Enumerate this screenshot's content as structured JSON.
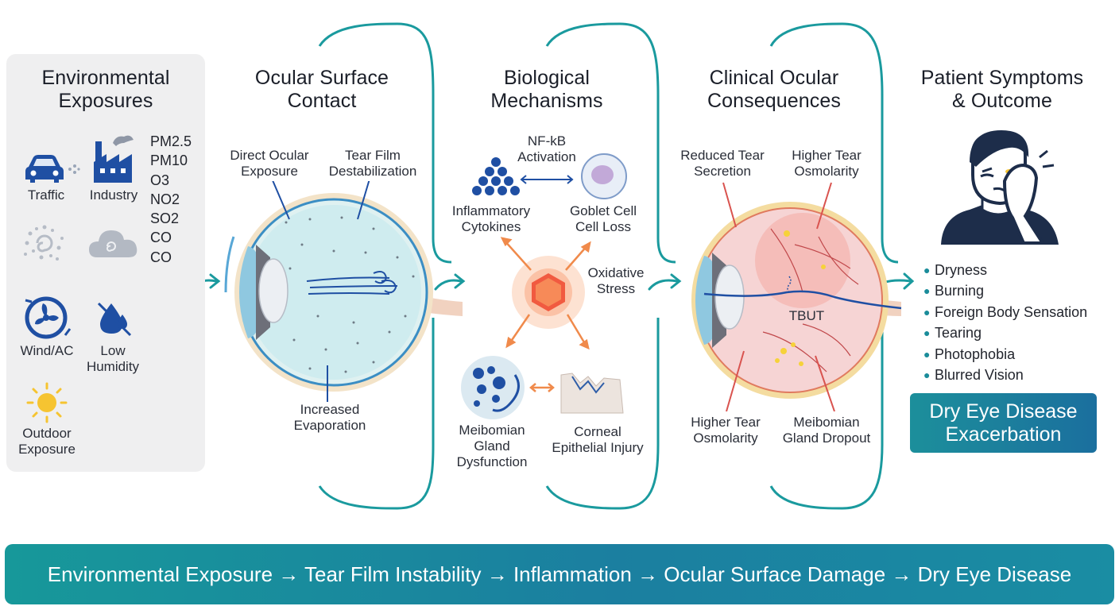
{
  "headings": {
    "environmental": [
      "Environmental",
      "Exposures"
    ],
    "surface": [
      "Ocular Surface",
      "Contact"
    ],
    "biological": [
      "Biological",
      "Mechanisms"
    ],
    "clinical": [
      "Clinical Ocular",
      "Consequences"
    ],
    "patient": [
      "Patient Symptoms",
      "& Outcome"
    ]
  },
  "exposures": {
    "traffic": "Traffic",
    "industry": "Industry",
    "wind": "Wind/AC",
    "humidity": [
      "Low",
      "Humidity"
    ],
    "outdoor": [
      "Outdoor",
      "Exposure"
    ],
    "pollutants": [
      "PM2.5",
      "PM10",
      "O3",
      "NO2",
      "SO2",
      "CO",
      "CO"
    ]
  },
  "surface": {
    "direct": [
      "Direct Ocular",
      "Exposure"
    ],
    "tear_film": [
      "Tear Film",
      "Destabilization"
    ],
    "evaporation": [
      "Increased",
      "Evaporation"
    ]
  },
  "mechanisms": {
    "nfkb": [
      "NF-kB",
      "Activation"
    ],
    "cytokines": [
      "Inflammatory",
      "Cytokines"
    ],
    "goblet": [
      "Goblet Cell",
      "Cell Loss"
    ],
    "oxidative": [
      "Oxidative",
      "Stress"
    ],
    "meibomian": [
      "Meibomian",
      "Gland",
      "Dysfunction"
    ],
    "corneal": [
      "Corneal",
      "Epithelial Injury"
    ]
  },
  "clinical": {
    "reduced_tear": [
      "Reduced Tear",
      "Secretion"
    ],
    "higher_osm_top": [
      "Higher Tear",
      "Osmolarity"
    ],
    "tbut": "TBUT",
    "higher_osm_bottom": [
      "Higher Tear",
      "Osmolarity"
    ],
    "dropout": [
      "Meibomian",
      "Gland Dropout"
    ]
  },
  "symptoms": [
    "Dryness",
    "Burning",
    "Foreign Body Sensation",
    "Tearing",
    "Photophobia",
    "Blurred Vision"
  ],
  "outcome": [
    "Dry Eye Disease",
    "Exacerbation"
  ],
  "banner": "Environmental Exposure → Tear Film Instability → Inflammation → Ocular Surface Damage → Dry Eye Disease",
  "colors": {
    "teal": "#1a9a9e",
    "navy": "#1f3f8a",
    "orange": "#f08a4b",
    "red": "#d9534f"
  }
}
